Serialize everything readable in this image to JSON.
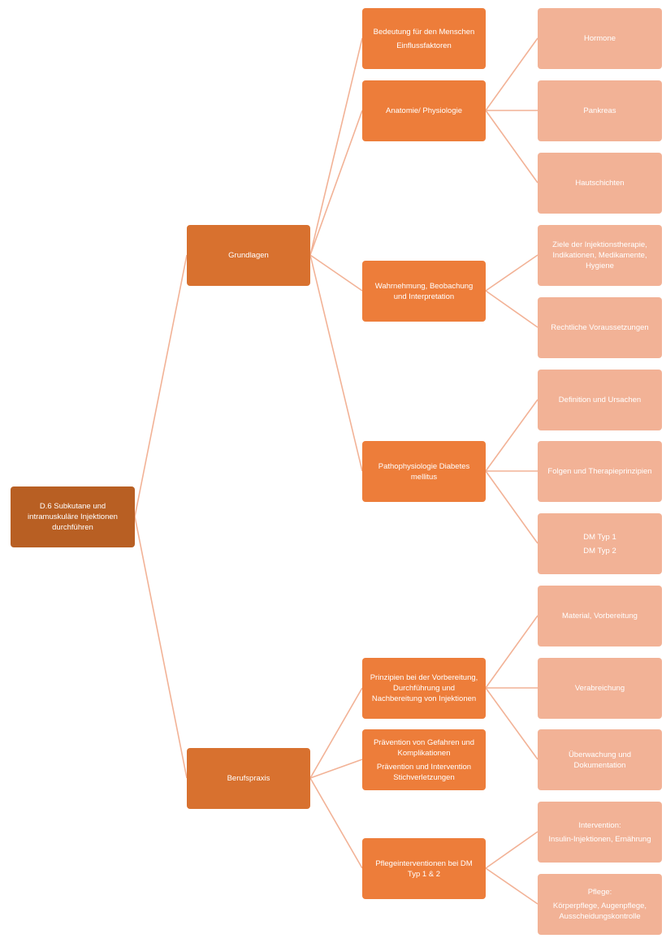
{
  "root": {
    "lines": [
      "D.6 Subkutane und",
      "intramuskuläre Injektionen",
      "durchführen"
    ]
  },
  "grundlagen": {
    "label": "Grundlagen",
    "bedeutung": {
      "line1": "Bedeutung für den Menschen",
      "line2": "Einflussfaktoren"
    },
    "anatomie": {
      "label": "Anatomie/ Physiologie",
      "children": [
        "Hormone",
        "Pankreas",
        "Hautschichten"
      ]
    },
    "wahrnehmung": {
      "lines": [
        "Wahrnehmung, Beobachung",
        "und Interpretation"
      ],
      "ziele": [
        "Ziele der Injektionstherapie,",
        "Indikationen, Medikamente,",
        "Hygiene"
      ],
      "rechtlich": "Rechtliche Voraussetzungen"
    },
    "patho": {
      "lines": [
        "Pathophysiologie Diabetes",
        "mellitus"
      ],
      "definition": "Definition und Ursachen",
      "folgen": "Folgen und Therapieprinzipien",
      "dm1": "DM Typ 1",
      "dm2": "DM Typ 2"
    }
  },
  "berufspraxis": {
    "label": "Berufspraxis",
    "prinzipien": {
      "lines": [
        "Prinzipien bei der Vorbereitung,",
        "Durchführung und",
        "Nachbereitung von Injektionen"
      ],
      "children": [
        "Material, Vorbereitung",
        "Verabreichung"
      ],
      "ueberwachung": [
        "Überwachung und",
        "Dokumentation"
      ]
    },
    "praevention": {
      "lines1": [
        "Prävention von Gefahren und",
        "Komplikationen"
      ],
      "lines2": [
        "Prävention und Intervention",
        "Stichverletzungen"
      ]
    },
    "pflegeinterventionen": {
      "lines": [
        "Pflegeinterventionen bei DM",
        "Typ 1 & 2"
      ],
      "intervention": [
        "Intervention:",
        "Insulin-Injektionen, Ernährung"
      ],
      "pflege": [
        "Pflege:",
        "Körperpflege, Augenpflege,",
        "Ausscheidungskontrolle"
      ]
    }
  },
  "colors": {
    "root": "#b85f23",
    "level1": "#d8712f",
    "level2": "#ed7d3a",
    "level3": "#f2b296",
    "connector": "#f2b296"
  }
}
